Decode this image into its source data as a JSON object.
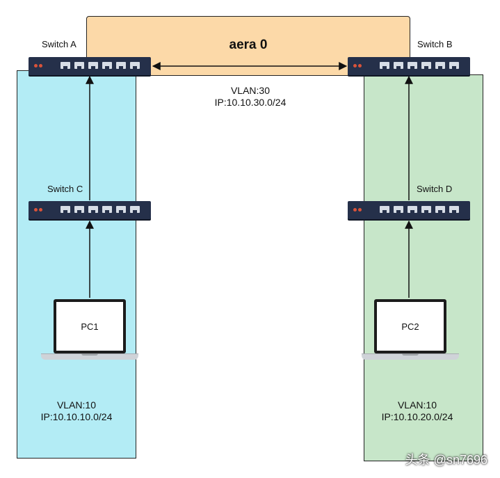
{
  "area0": {
    "title": "aera 0"
  },
  "switches": {
    "a": "Switch A",
    "b": "Switch B",
    "c": "Switch C",
    "d": "Switch D"
  },
  "trunk": {
    "vlan": "VLAN:30",
    "ip": "IP:10.10.30.0/24"
  },
  "pcs": {
    "pc1": "PC1",
    "pc2": "PC2"
  },
  "left_region": {
    "vlan": "VLAN:10",
    "ip": "IP:10.10.10.0/24"
  },
  "right_region": {
    "vlan": "VLAN:10",
    "ip": "IP:10.10.20.0/24"
  },
  "watermark": "头条 @sn7696",
  "colors": {
    "area0": "#fcd9a8",
    "left_region": "#b3ecf5",
    "right_region": "#c7e6c9",
    "switch_body": "#25304a"
  },
  "icons": [
    "switch-icon",
    "laptop-icon",
    "arrow-icon"
  ]
}
